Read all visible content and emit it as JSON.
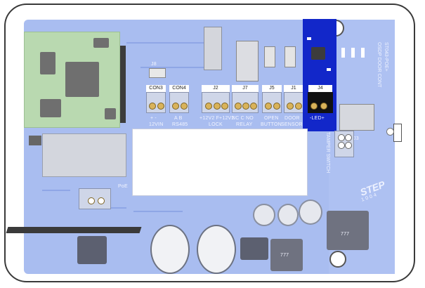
{
  "board": {
    "name": "STEP",
    "model": "ST043-POE+",
    "subtitle": "OSDP DOOR CONT",
    "brand_sub": "1 0 0 4",
    "colors": {
      "pcb": "#a9bdf0",
      "highlight": "#1227c9",
      "module": "#b9d9b0"
    }
  },
  "labels": {
    "j8": "J8",
    "con3": "CON3",
    "con4": "CON4",
    "j2": "J2",
    "j7": "J7",
    "j5": "J5",
    "j1": "J1",
    "j4": "J4",
    "j3": "J3",
    "con3_sub_a": "+  -",
    "con3_sub_b": "12VIN",
    "con4_sub_a": "A B",
    "con4_sub_b": "RS485",
    "lock_sub_a": "+12V2  F+12V2",
    "lock_sub_b": "LOCK",
    "relay_sub_a": "NC  C  NO",
    "relay_sub_b": "RELAY",
    "open_sub_a": "OPEN",
    "open_sub_b": "BUTTON",
    "door_sub_a": "DOOR",
    "door_sub_b": "SENSOR",
    "led_label": "-LED+",
    "tamper": "TAMPER SWITCH",
    "poe": "PoE",
    "chip_text": "777"
  }
}
